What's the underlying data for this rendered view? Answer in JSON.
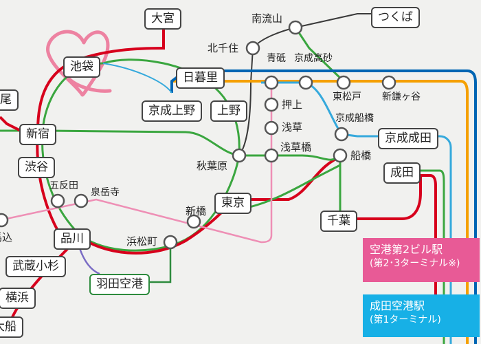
{
  "stations": {
    "omiya": "大宮",
    "ikebukuro": "池袋",
    "o": "尾",
    "shinjuku": "新宿",
    "shibuya": "渋谷",
    "gotanda": "五反田",
    "sengakuji": "泉岳寺",
    "magome": "馬込",
    "shinagawa": "品川",
    "musashikosugi": "武蔵小杉",
    "yokohama": "横浜",
    "ofuna": "大船",
    "minaminagareyama": "南流山",
    "tsukuba": "つくば",
    "kitasenju": "北千住",
    "aoto": "青砥",
    "keiseitakasago": "京成高砂",
    "nippori": "日暮里",
    "higashimatsudo": "東松戸",
    "shinkamagaya": "新鎌ヶ谷",
    "keiseiueno": "京成上野",
    "ueno": "上野",
    "oshiage": "押上",
    "keiseifunabashi": "京成船橋",
    "keiseinarita": "京成成田",
    "asakusa": "浅草",
    "asakusabashi": "浅草橋",
    "akihabara": "秋葉原",
    "funabashi": "船橋",
    "narita": "成田",
    "tokyo": "東京",
    "shimbashi": "新橋",
    "chiba": "千葉",
    "hamamatsucho": "浜松町",
    "hanedaairport": "羽田空港"
  },
  "destinations": {
    "terminal2": {
      "title": "空港第2ビル駅",
      "sub": "(第2･3ターミナル※)",
      "color": "#e85a96"
    },
    "terminal1": {
      "title": "成田空港駅",
      "sub": "(第1ターミナル)",
      "color": "#17b0e6"
    }
  },
  "line_colors": {
    "red": "#d7001c",
    "green": "#3aa63f",
    "blue": "#0065b3",
    "orange": "#f5a000",
    "sky": "#35a9dc",
    "pink": "#ee8fb5",
    "purple": "#7a6cc4",
    "dark_green": "#2e8b3e",
    "highlight": "#ec6e93"
  }
}
